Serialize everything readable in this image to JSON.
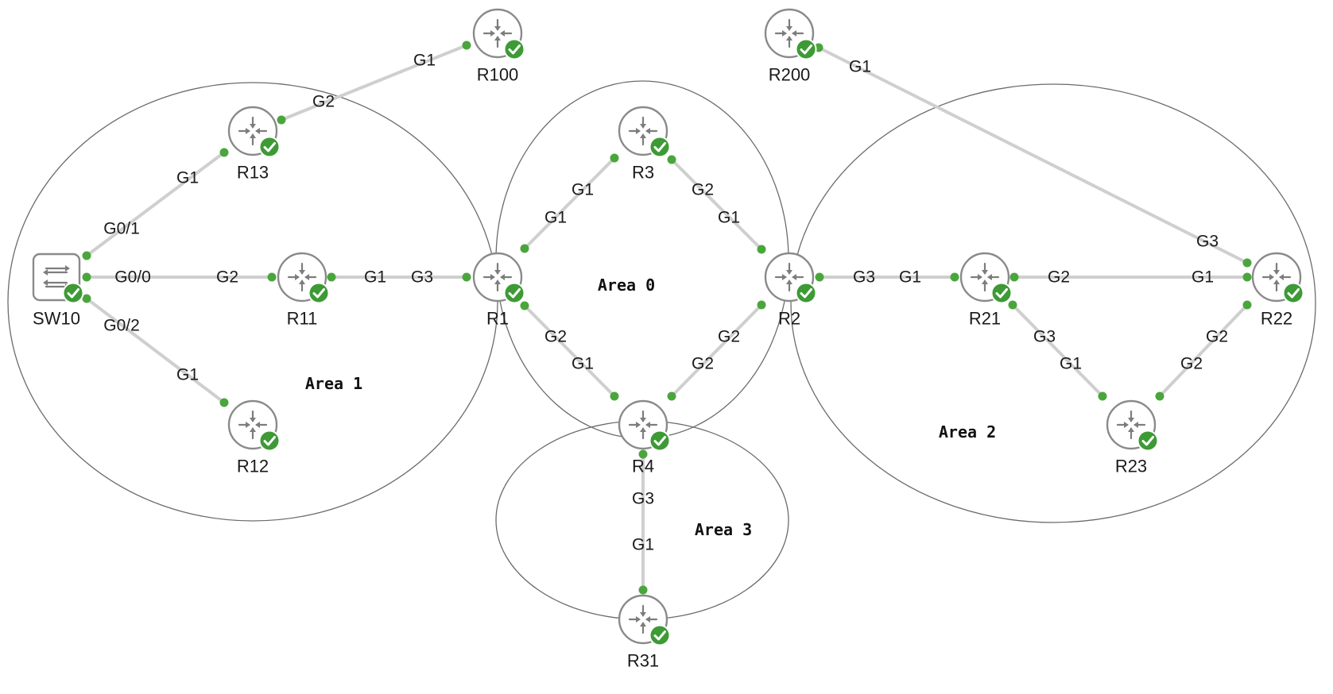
{
  "diagram": {
    "areas": [
      {
        "id": "area1",
        "label": "Area 1"
      },
      {
        "id": "area0",
        "label": "Area 0"
      },
      {
        "id": "area2",
        "label": "Area 2"
      },
      {
        "id": "area3",
        "label": "Area 3"
      }
    ],
    "nodes": [
      {
        "id": "R100",
        "label": "R100",
        "type": "router",
        "status": "ok"
      },
      {
        "id": "R200",
        "label": "R200",
        "type": "router",
        "status": "ok"
      },
      {
        "id": "R13",
        "label": "R13",
        "type": "router",
        "status": "ok"
      },
      {
        "id": "R3",
        "label": "R3",
        "type": "router",
        "status": "ok"
      },
      {
        "id": "SW10",
        "label": "SW10",
        "type": "switch",
        "status": "ok"
      },
      {
        "id": "R11",
        "label": "R11",
        "type": "router",
        "status": "ok"
      },
      {
        "id": "R1",
        "label": "R1",
        "type": "router",
        "status": "ok"
      },
      {
        "id": "R2",
        "label": "R2",
        "type": "router",
        "status": "ok"
      },
      {
        "id": "R21",
        "label": "R21",
        "type": "router",
        "status": "ok"
      },
      {
        "id": "R22",
        "label": "R22",
        "type": "router",
        "status": "ok"
      },
      {
        "id": "R12",
        "label": "R12",
        "type": "router",
        "status": "ok"
      },
      {
        "id": "R4",
        "label": "R4",
        "type": "router",
        "status": "ok"
      },
      {
        "id": "R23",
        "label": "R23",
        "type": "router",
        "status": "ok"
      },
      {
        "id": "R31",
        "label": "R31",
        "type": "router",
        "status": "ok"
      }
    ],
    "links": [
      {
        "from": "R13",
        "from_port": "G2",
        "to": "R100",
        "to_port": "G1"
      },
      {
        "from": "SW10",
        "from_port": "G0/1",
        "to": "R13",
        "to_port": "G1"
      },
      {
        "from": "SW10",
        "from_port": "G0/0",
        "to": "R11",
        "to_port": "G2"
      },
      {
        "from": "SW10",
        "from_port": "G0/2",
        "to": "R12",
        "to_port": "G1"
      },
      {
        "from": "R11",
        "from_port": "G1",
        "to": "R1",
        "to_port": "G3"
      },
      {
        "from": "R1",
        "from_port": "G1",
        "to": "R3",
        "to_port": "G1"
      },
      {
        "from": "R3",
        "from_port": "G2",
        "to": "R2",
        "to_port": "G1"
      },
      {
        "from": "R1",
        "from_port": "G2",
        "to": "R4",
        "to_port": "G1"
      },
      {
        "from": "R2",
        "from_port": "G2",
        "to": "R4",
        "to_port": "G2"
      },
      {
        "from": "R2",
        "from_port": "G3",
        "to": "R21",
        "to_port": "G1"
      },
      {
        "from": "R21",
        "from_port": "G2",
        "to": "R22",
        "to_port": "G1"
      },
      {
        "from": "R21",
        "from_port": "G3",
        "to": "R23",
        "to_port": "G1"
      },
      {
        "from": "R22",
        "from_port": "G2",
        "to": "R23",
        "to_port": "G2"
      },
      {
        "from": "R200",
        "from_port": "G1",
        "to": "R22",
        "to_port": "G3"
      },
      {
        "from": "R4",
        "from_port": "G3",
        "to": "R31",
        "to_port": "G1"
      }
    ],
    "colors": {
      "status_ok": "#3d9a35",
      "port_dot": "#4aa63c",
      "link": "#cfcfcf",
      "area_outline": "#6b6b6b",
      "icon_stroke": "#8a8a8a"
    }
  }
}
